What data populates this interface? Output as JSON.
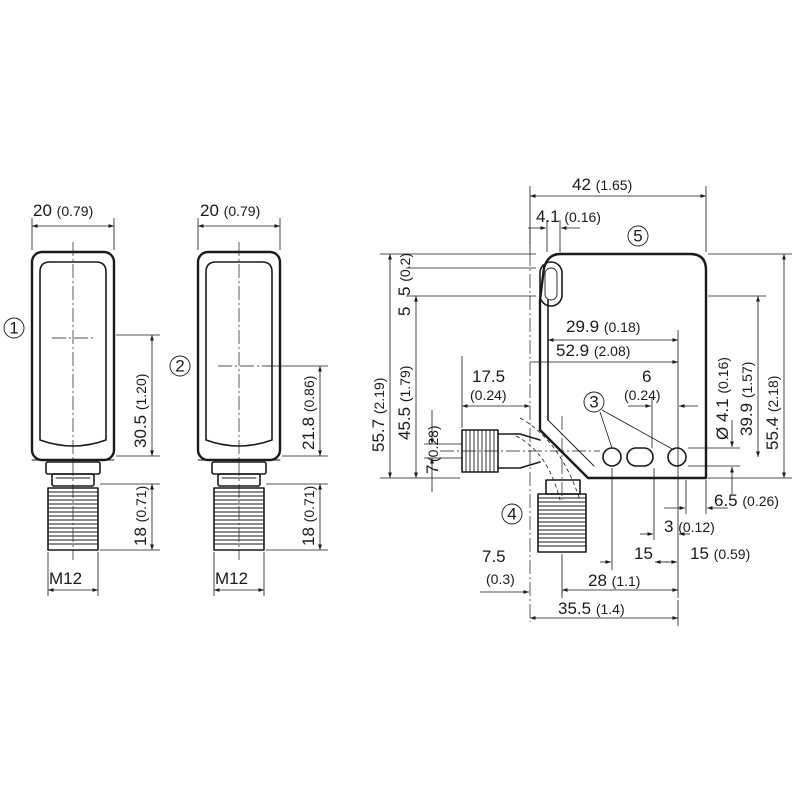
{
  "views": {
    "front_1": {
      "width": "20",
      "width_in": "(0.79)",
      "height_a": "30.5",
      "height_a_in": "(1.20)",
      "thread_len": "18",
      "thread_len_in": "(0.71)",
      "thread": "M12",
      "callout": "1"
    },
    "front_2": {
      "width": "20",
      "width_in": "(0.79)",
      "height_a": "21.8",
      "height_a_in": "(0.86)",
      "thread_len": "18",
      "thread_len_in": "(0.71)",
      "thread": "M12",
      "callout": "2"
    },
    "side": {
      "overall_width": "42",
      "overall_width_in": "(1.65)",
      "offset_41": "4.1",
      "offset_41_in": "(0.16)",
      "d_299": "29.9",
      "d_299_in": "(0.18)",
      "d_529": "52.9",
      "d_529_in": "(2.08)",
      "d_175": "17.5",
      "d_175_in": "(0.24)",
      "d_6": "6",
      "d_6_in": "(0.24)",
      "d_7": "7",
      "d_7_in": "(0.28)",
      "d_557": "55.7",
      "d_557_in": "(2.19)",
      "d_455": "45.5",
      "d_455_in": "(1.79)",
      "d_5a": "5",
      "d_5a_in": "(0.2)",
      "d_5b": "5",
      "d_hole": "Ø 4.1",
      "d_hole_in": "(0.16)",
      "d_399": "39.9",
      "d_399_in": "(1.57)",
      "d_554": "55.4",
      "d_554_in": "(2.18)",
      "d_65": "6.5",
      "d_65_in": "(0.26)",
      "d_3": "3",
      "d_3_in": "(0.12)",
      "d_15a": "15",
      "d_15b": "15",
      "d_15b_in": "(0.59)",
      "d_28": "28",
      "d_28_in": "(1.1)",
      "d_75": "7.5",
      "d_75_in": "(0.3)",
      "d_355": "35.5",
      "d_355_in": "(1.4)",
      "callout_3": "3",
      "callout_4": "4",
      "callout_5": "5"
    }
  }
}
